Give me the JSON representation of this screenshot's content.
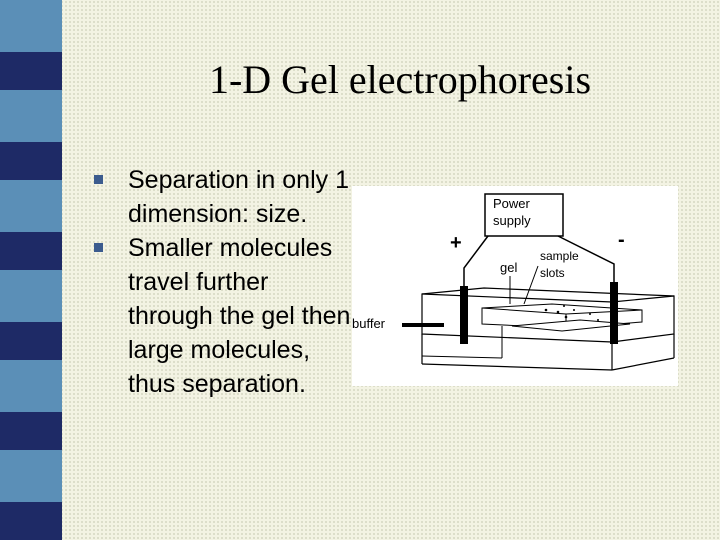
{
  "slide": {
    "title": "1-D Gel electrophoresis",
    "bullets": [
      {
        "text": "Separation in only 1 dimension: size."
      },
      {
        "text": "Smaller molecules travel further through the gel then large molecules, thus separation."
      }
    ]
  },
  "diagram": {
    "labels": {
      "power_line1": "Power",
      "power_line2": "supply",
      "plus": "+",
      "minus": "-",
      "gel": "gel",
      "sample_line1": "sample",
      "sample_line2": "slots",
      "buffer": "buffer"
    }
  },
  "colors": {
    "background": "#f3f3e3",
    "bullet_marker": "#3b5b8e",
    "stripes": [
      "#5b8fb7",
      "#1e2a66",
      "#5b8fb7",
      "#1e2a66",
      "#5b8fb7",
      "#1e2a66",
      "#5b8fb7",
      "#1e2a66",
      "#5b8fb7",
      "#1e2a66",
      "#5b8fb7",
      "#1e2a66"
    ]
  }
}
